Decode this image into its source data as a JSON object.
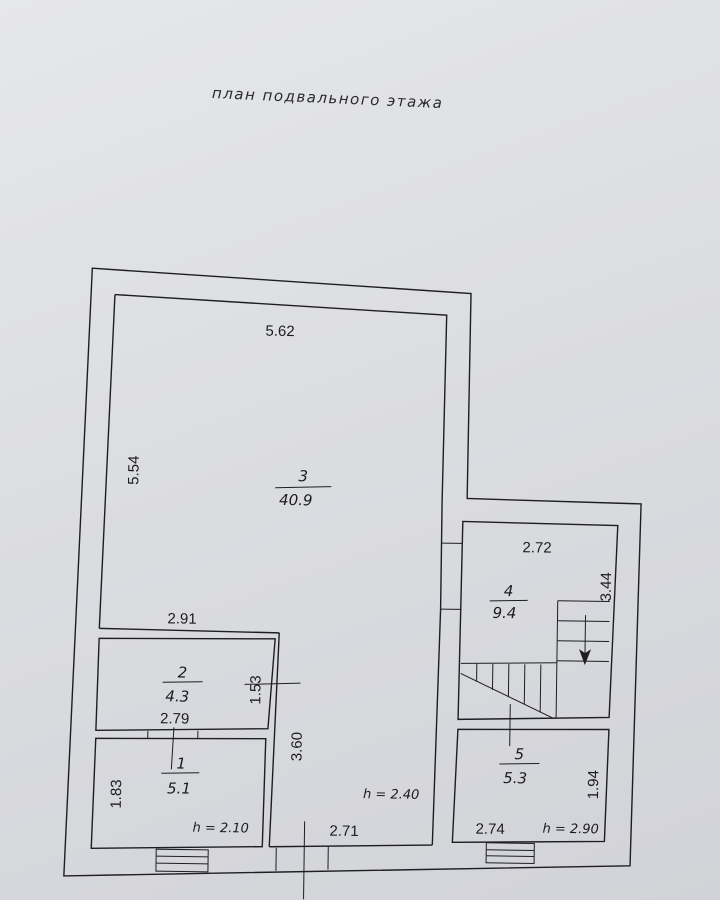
{
  "plan": {
    "title": "план подвального этажа",
    "rooms": [
      {
        "number": "3",
        "area": "40.9"
      },
      {
        "number": "4",
        "area": "9.4"
      },
      {
        "number": "2",
        "area": "4.3"
      },
      {
        "number": "1",
        "area": "5.1"
      },
      {
        "number": "5",
        "area": "5.3"
      }
    ],
    "dimensions": {
      "room3_width": "5.62",
      "room3_height": "5.54",
      "room2_top": "2.91",
      "room2_side": "1.53",
      "room1_top": "2.79",
      "room1_side": "1.83",
      "corridor_height": "3.60",
      "corridor_bottom": "2.71",
      "room4_width": "2.72",
      "room4_height": "3.44",
      "room5_bottom": "2.74",
      "room5_side": "1.94"
    },
    "heights": {
      "main": "h = 2.40",
      "room1": "h = 2.10",
      "room5": "h = 2.90"
    }
  }
}
